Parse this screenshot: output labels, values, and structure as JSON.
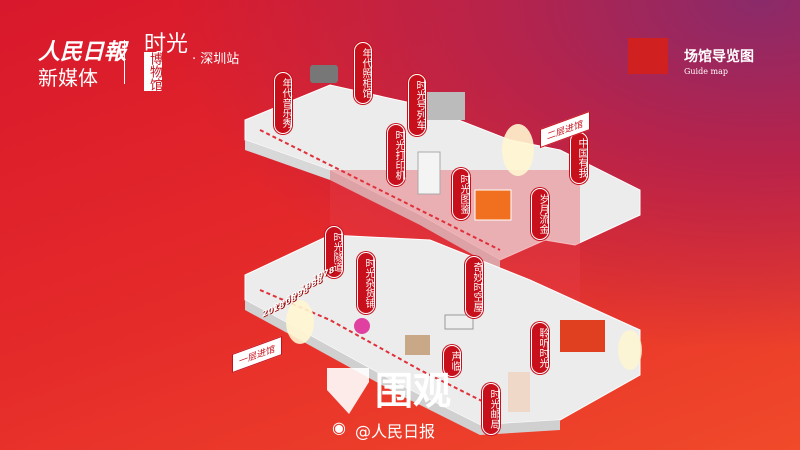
{
  "header": {
    "brand_line1": "人民日報",
    "brand_line2": "新媒体",
    "museum_title": "时光",
    "museum_sub": "博物馆",
    "city": "· 深圳站",
    "guide_title": "场馆导览图",
    "guide_subtitle": "Guide map"
  },
  "floor2": {
    "entrance": "二层进馆",
    "exhibits": [
      "年代音乐秀",
      "年代照相馆",
      "时光号列车",
      "时光打印机",
      "时光图鉴",
      "中国有我",
      "岁月流金"
    ]
  },
  "floor1": {
    "entrance": "一层进馆",
    "exhibits": [
      "时光隧道",
      "时光杂货铺",
      "奇妙时空屋",
      "聆听时光",
      "声临",
      "时光邮局"
    ],
    "years": [
      "1978",
      "1988",
      "1998",
      "2008",
      "2018"
    ]
  },
  "watermark": {
    "title": "围观",
    "account": "@人民日报"
  },
  "colors": {
    "accent": "#c8101c",
    "floor": "#ececec"
  }
}
